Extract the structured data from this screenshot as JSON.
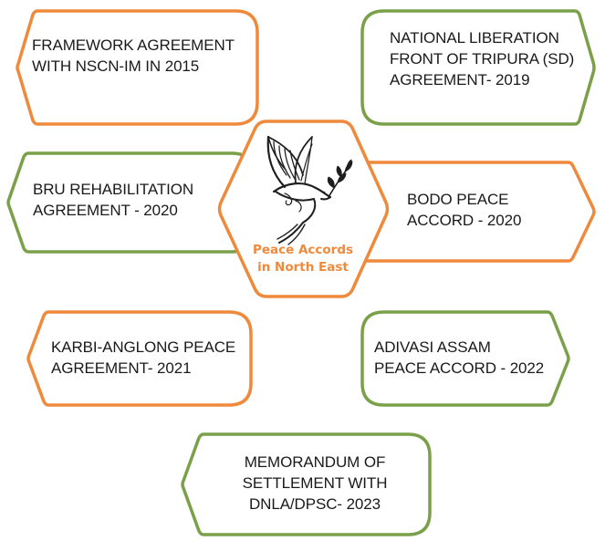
{
  "colors": {
    "orange": "#ef8a3c",
    "green": "#7aa049",
    "text": "#1a1a1a"
  },
  "center": {
    "icon": "dove-with-olive-branch-icon",
    "title": "Peace Accords\nin North East"
  },
  "nodes": [
    {
      "text": "FRAMEWORK AGREEMENT\nWITH NSCN-IM IN 2015",
      "color": "orange"
    },
    {
      "text": "NATIONAL LIBERATION\nFRONT OF TRIPURA (SD)\nAGREEMENT- 2019",
      "color": "green"
    },
    {
      "text": "BRU REHABILITATION\nAGREEMENT - 2020",
      "color": "green"
    },
    {
      "text": "BODO PEACE\nACCORD - 2020",
      "color": "orange"
    },
    {
      "text": "KARBI-ANGLONG PEACE\nAGREEMENT- 2021",
      "color": "orange"
    },
    {
      "text": "ADIVASI ASSAM\nPEACE ACCORD - 2022",
      "color": "green"
    },
    {
      "text": "MEMORANDUM OF\nSETTLEMENT WITH\nDNLA/DPSC- 2023",
      "color": "green"
    }
  ]
}
